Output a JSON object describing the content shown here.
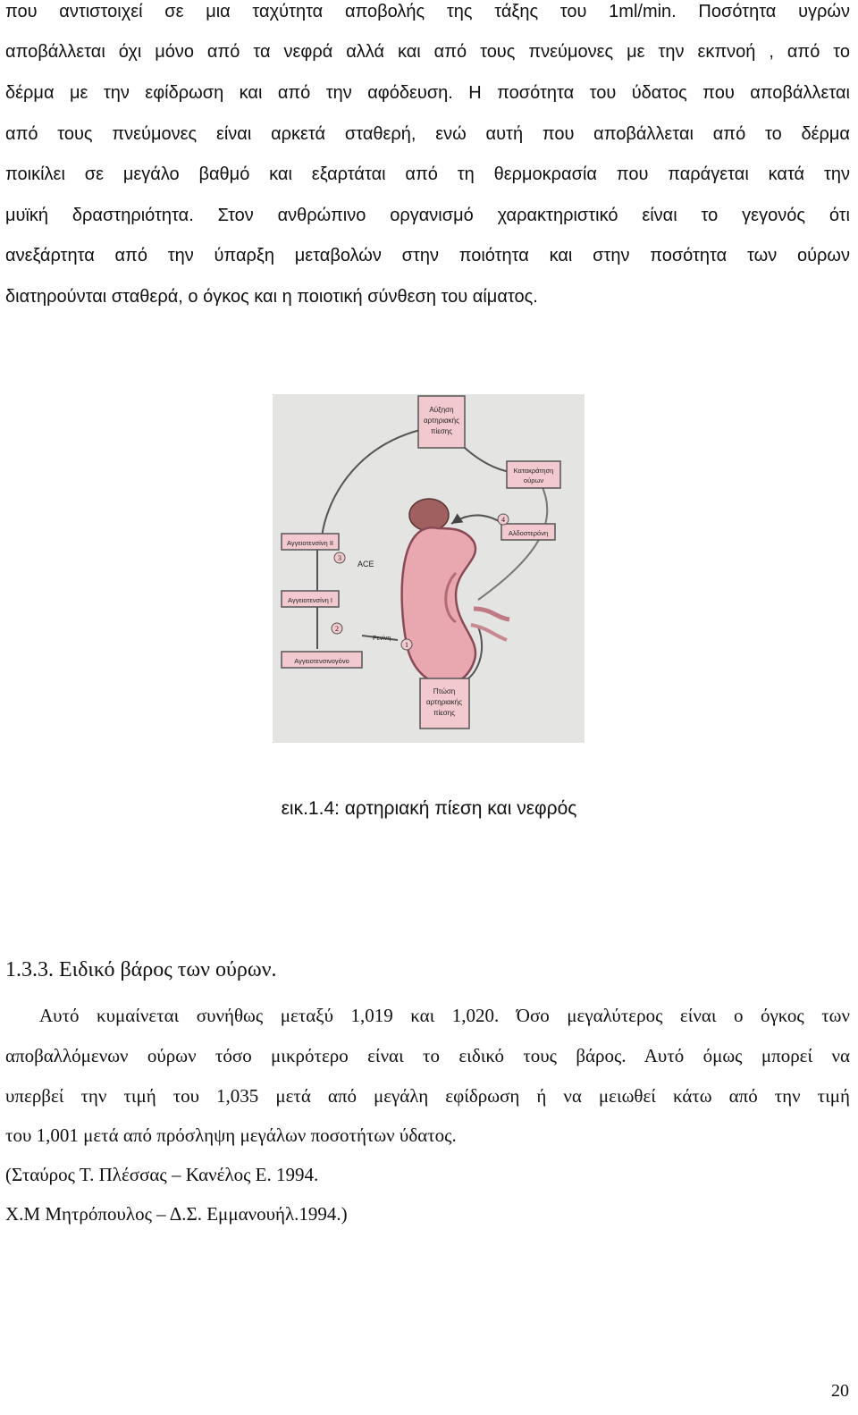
{
  "paragraph1": {
    "lines": [
      "που αντιστοιχεί σε μια ταχύτητα αποβολής της τάξης του 1ml/min. Ποσότητα υγρών",
      "αποβάλλεται όχι μόνο από τα νεφρά αλλά και από τους πνεύμονες με την εκπνοή , από το",
      "δέρμα  με την εφίδρωση  και  από την αφόδευση. Η ποσότητα του ύδατος που αποβάλλεται",
      "από τους πνεύμονες είναι αρκετά σταθερή, ενώ αυτή που αποβάλλεται από το δέρμα",
      "ποικίλει σε μεγάλο βαθμό και εξαρτάται από τη θερμοκρασία που παράγεται κατά την",
      "μυϊκή δραστηριότητα. Στον ανθρώπινο οργανισμό χαρακτηριστικό είναι το γεγονός  ότι",
      "ανεξάρτητα από την ύπαρξη μεταβολών στην ποιότητα και στην ποσότητα των ούρων",
      "διατηρούνται σταθερά, ο όγκος και η ποιοτική σύνθεση του αίματος."
    ]
  },
  "figure": {
    "labels": {
      "top_box": [
        "Αύξηση",
        "αρτηριακής",
        "πίεσης"
      ],
      "right_box": [
        "Κατακράτηση",
        "ούρων"
      ],
      "aldosterone": "Αλδοστερόνη",
      "angiotensin2": "Αγγειοτενσίνη ΙΙ",
      "ace": "ACE",
      "angiotensin1": "Αγγειοτενσίνη Ι",
      "renin": "Ρενίνη",
      "angiotensinogen": "Αγγειοτενσινογόνο",
      "bottom_box": [
        "Πτώση",
        "αρτηριακής",
        "πίεσης"
      ],
      "step1": "1",
      "step2": "2",
      "step3": "3",
      "step4": "4"
    },
    "colors": {
      "kidney": "#e9a7b0",
      "kidney_edge": "#8a4a55",
      "box_fill": "#f2c9cf"
    },
    "caption": "εικ.1.4: αρτηριακή πίεση και νεφρός"
  },
  "section": {
    "heading": "1.3.3. Ειδικό βάρος των ούρων.",
    "lines": [
      "Αυτό κυμαίνεται συνήθως μεταξύ 1,019 και 1,020. Όσο μεγαλύτερος είναι ο όγκος των",
      "αποβαλλόμενων ούρων τόσο μικρότερο είναι το ειδικό τους βάρος. Αυτό όμως μπορεί  να",
      "υπερβεί την τιμή του 1,035 μετά από μεγάλη εφίδρωση ή να μειωθεί κάτω από την τιμή",
      "του 1,001 μετά από πρόσληψη μεγάλων ποσοτήτων ύδατος."
    ],
    "references": [
      "(Σταύρος Τ. Πλέσσας –  Κανέλος Ε. 1994.",
      "Χ.Μ Μητρόπουλος – Δ.Σ. Εμμανουήλ.1994.)"
    ]
  },
  "page_number": "20"
}
